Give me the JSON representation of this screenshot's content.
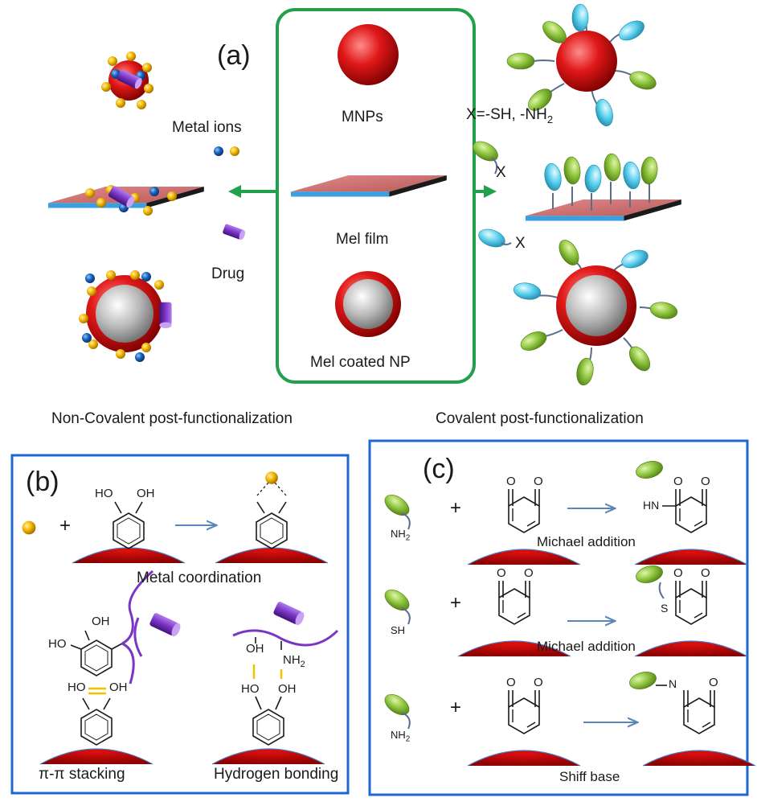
{
  "panel_a": {
    "letter": "(a)",
    "center": {
      "mnps_label": "MNPs",
      "film_label": "Mel film",
      "coated_label": "Mel coated NP"
    },
    "left": {
      "metal_ions_label": "Metal ions",
      "drug_label": "Drug",
      "caption": "Non-Covalent post-functionalization"
    },
    "right": {
      "x_def_label": "X=-SH, -NH",
      "x_def_subscript": "2",
      "x_label_1": "X",
      "x_label_2": "X",
      "caption": "Covalent post-functionalization"
    }
  },
  "panel_b": {
    "letter": "(b)",
    "metal_coordination": {
      "plus": "+",
      "oh_1": "HO",
      "oh_2": "OH",
      "caption": "Metal coordination"
    },
    "pi_stacking": {
      "oh_top": "OH",
      "ho_left": "HO",
      "ho_bottom": "HO",
      "oh_bottom": "OH",
      "caption": "π-π stacking"
    },
    "hbond": {
      "oh_top": "OH",
      "nh2": "NH",
      "nh2_sub": "2",
      "ho": "HO",
      "oh": "OH",
      "caption": "Hydrogen bonding"
    }
  },
  "panel_c": {
    "letter": "(c)",
    "rows": [
      {
        "reagent": "NH",
        "reagent_sub": "2",
        "plus": "+",
        "product_group": "HN",
        "caption": "Michael addition"
      },
      {
        "reagent": "SH",
        "reagent_sub": "",
        "plus": "+",
        "product_group": "S",
        "caption": "Michael addition"
      },
      {
        "reagent": "NH",
        "reagent_sub": "2",
        "plus": "+",
        "product_group": "N",
        "caption": "Shiff base"
      }
    ],
    "oxygen": "O"
  },
  "colors": {
    "green_box": "#22a04b",
    "blue_box": "#1f66d1",
    "red": "#d41818",
    "gold": "#f2b400",
    "ion_blue": "#1560b8",
    "purple": "#7a35c4",
    "green_ellipse": "#8cc43c",
    "cyan_ellipse": "#5ad0ee",
    "arrow_blue": "#5b86b8"
  }
}
